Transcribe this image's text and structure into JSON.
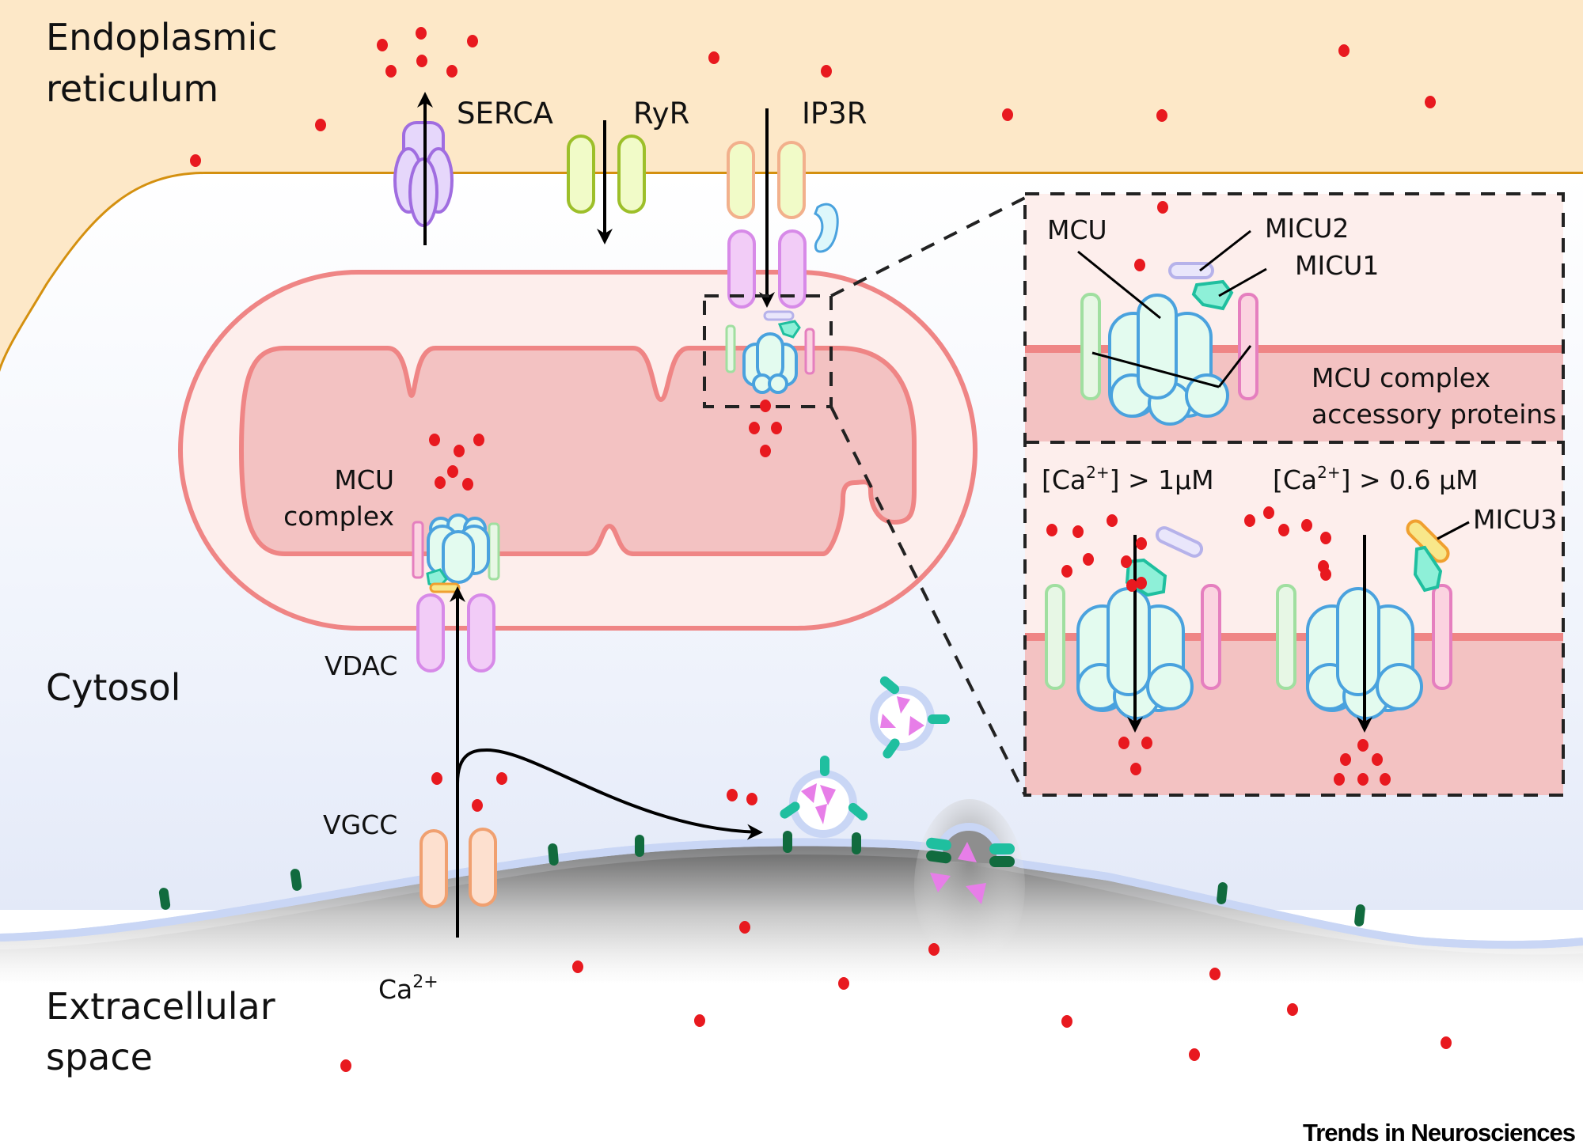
{
  "figure": {
    "regions": {
      "er_line1": "Endoplasmic",
      "er_line2": "reticulum",
      "cytosol": "Cytosol",
      "extracellular_line1": "Extracellular",
      "extracellular_line2": "space"
    },
    "channels": {
      "serca": "SERCA",
      "ryr": "RyR",
      "ip3r": "IP3R",
      "vdac": "VDAC",
      "vgcc": "VGCC",
      "mcu_complex_line1": "MCU",
      "mcu_complex_line2": "complex"
    },
    "ion": {
      "base": "Ca",
      "charge": "2+"
    },
    "inset": {
      "mcu": "MCU",
      "micu2": "MICU2",
      "micu1": "MICU1",
      "micu3": "MICU3",
      "accessory_line1": "MCU complex",
      "accessory_line2": "accessory proteins",
      "cond1_prefix": "[Ca",
      "cond1_sup": "2+",
      "cond1_suffix": "] > 1µM",
      "cond2_prefix": "[Ca",
      "cond2_sup": "2+",
      "cond2_suffix": "] > 0.6 µM"
    },
    "journal": "Trends in Neurosciences",
    "colors": {
      "er_lumen": "#fde8c8",
      "er_membrane": "#d4900f",
      "mito_outer": "#fdeeec",
      "mito_matrix": "#f3c2c2",
      "mito_membrane": "#ef8585",
      "plasma_membrane": "#c9d6f5",
      "calcium": "#e8191f",
      "mcu": "#4aa2de",
      "serca": "#a06de0",
      "ryr": "#9dbf2a",
      "vdac": "#d78ae8",
      "vgcc": "#f0a070",
      "micu1": "#1fbf9f",
      "micu2": "#b6b2ea",
      "micu3": "#f0a030",
      "snare": "#116b3e",
      "neurotransmitter": "#e77ee8"
    }
  }
}
